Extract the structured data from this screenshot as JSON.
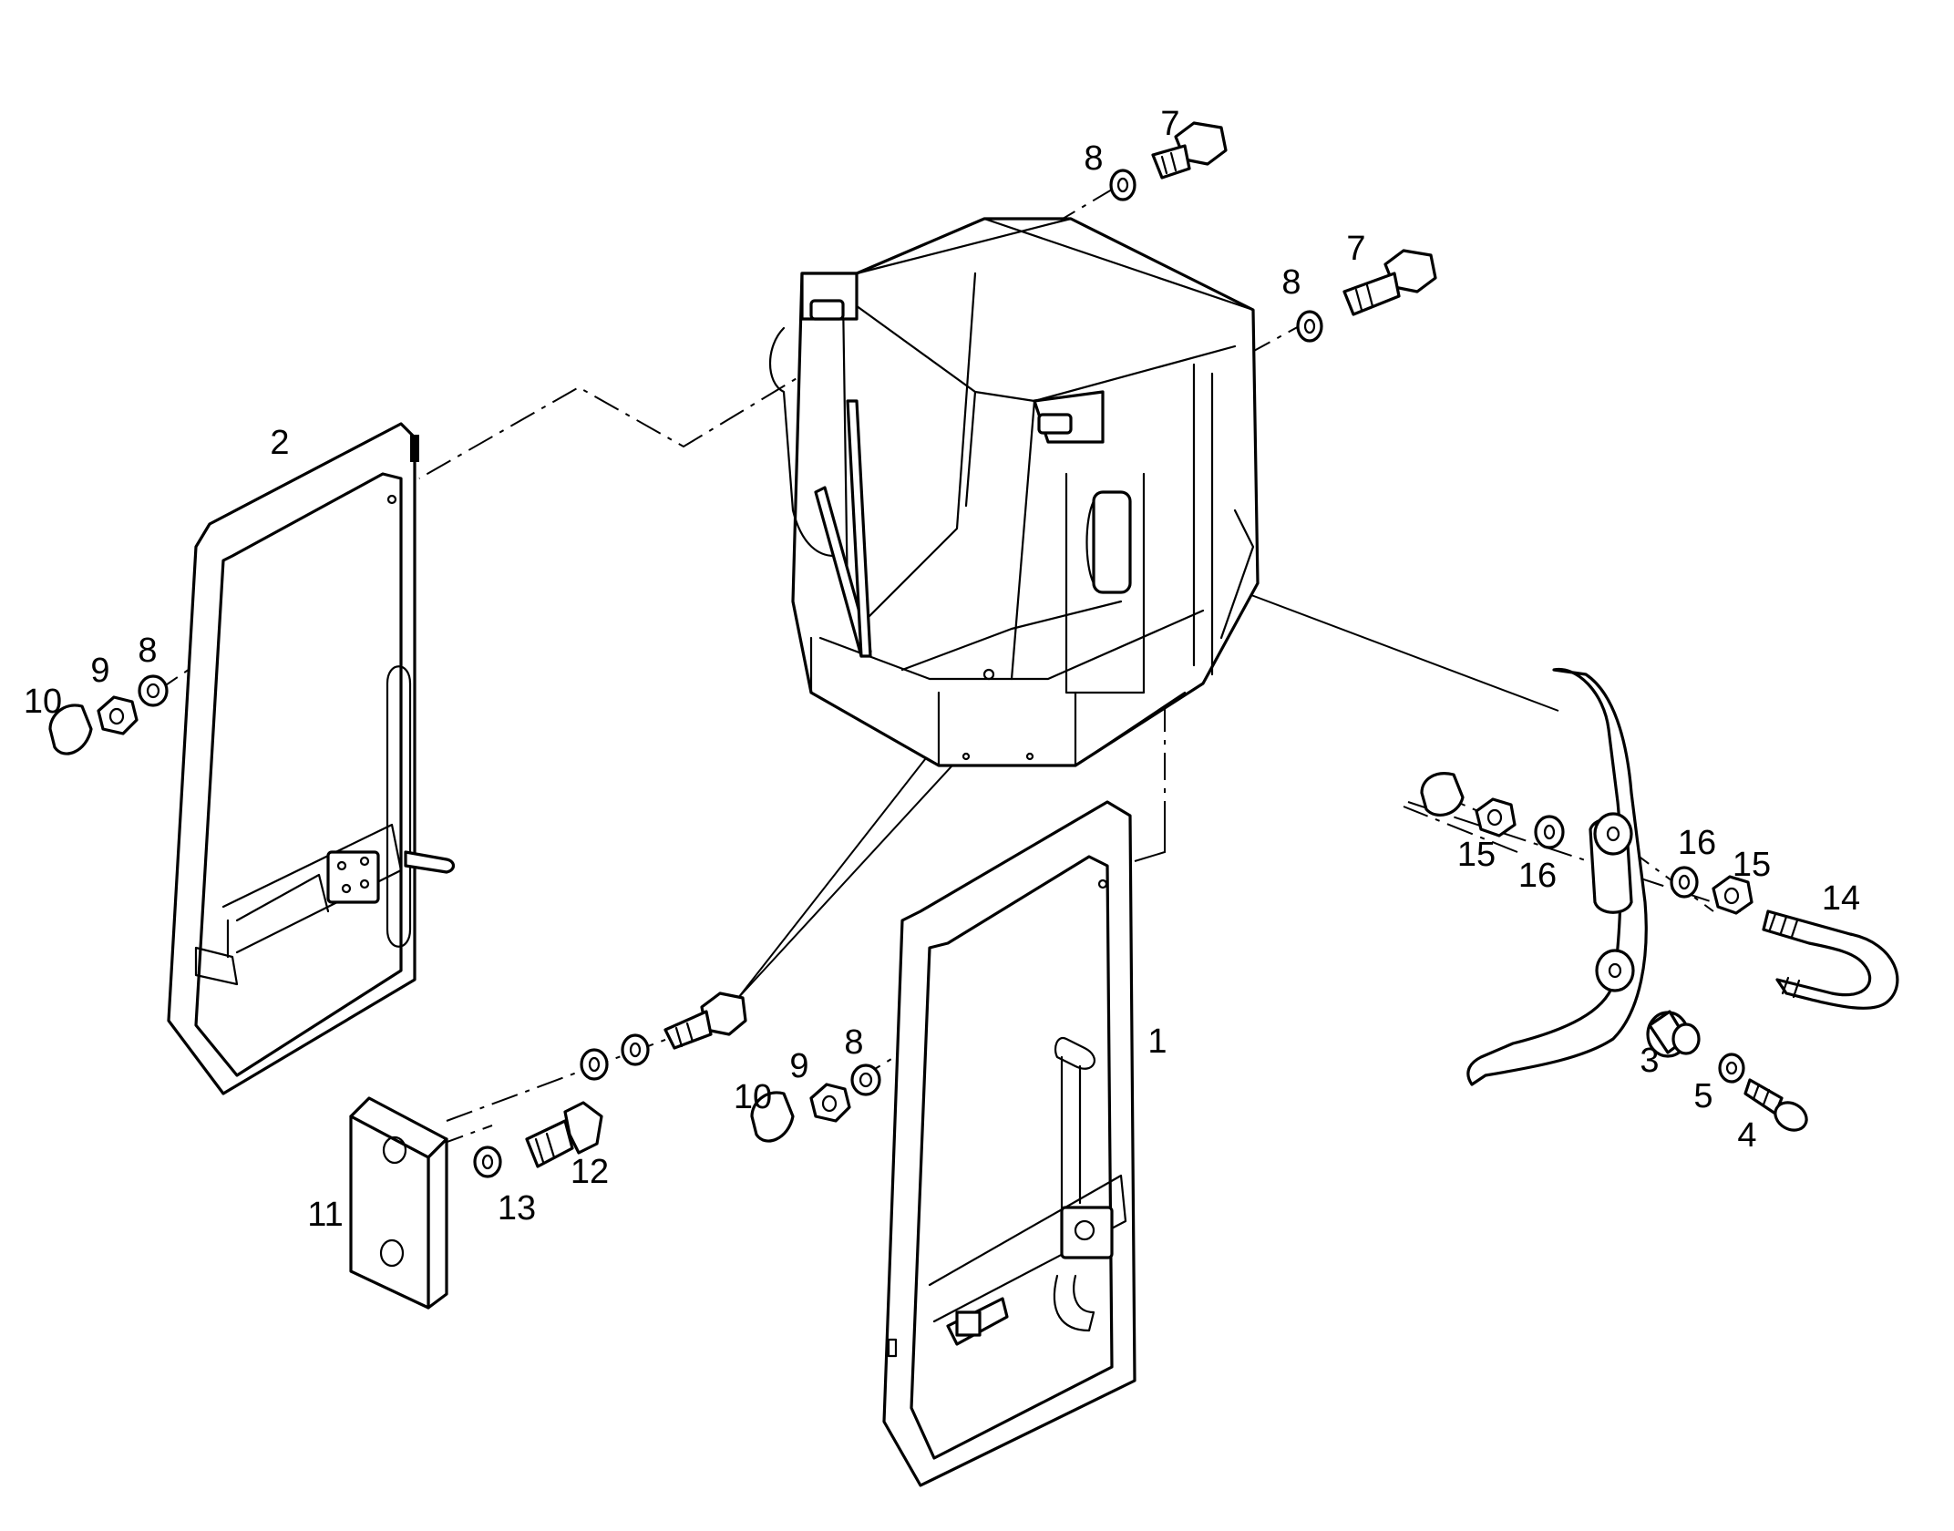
{
  "callouts": [
    {
      "id": "c7a",
      "text": "7"
    },
    {
      "id": "c8a",
      "text": "8"
    },
    {
      "id": "c7b",
      "text": "7"
    },
    {
      "id": "c8b",
      "text": "8"
    },
    {
      "id": "c2",
      "text": "2"
    },
    {
      "id": "c10a",
      "text": "10"
    },
    {
      "id": "c9a",
      "text": "9"
    },
    {
      "id": "c8c",
      "text": "8"
    },
    {
      "id": "c1",
      "text": "1"
    },
    {
      "id": "c10b",
      "text": "10"
    },
    {
      "id": "c9b",
      "text": "9"
    },
    {
      "id": "c8d",
      "text": "8"
    },
    {
      "id": "c11",
      "text": "11"
    },
    {
      "id": "c13",
      "text": "13"
    },
    {
      "id": "c12",
      "text": "12"
    },
    {
      "id": "c15a",
      "text": "15"
    },
    {
      "id": "c16a",
      "text": "16"
    },
    {
      "id": "c16b",
      "text": "16"
    },
    {
      "id": "c15b",
      "text": "15"
    },
    {
      "id": "c14",
      "text": "14"
    },
    {
      "id": "c3",
      "text": "3"
    },
    {
      "id": "c5",
      "text": "5"
    },
    {
      "id": "c4",
      "text": "4"
    }
  ]
}
